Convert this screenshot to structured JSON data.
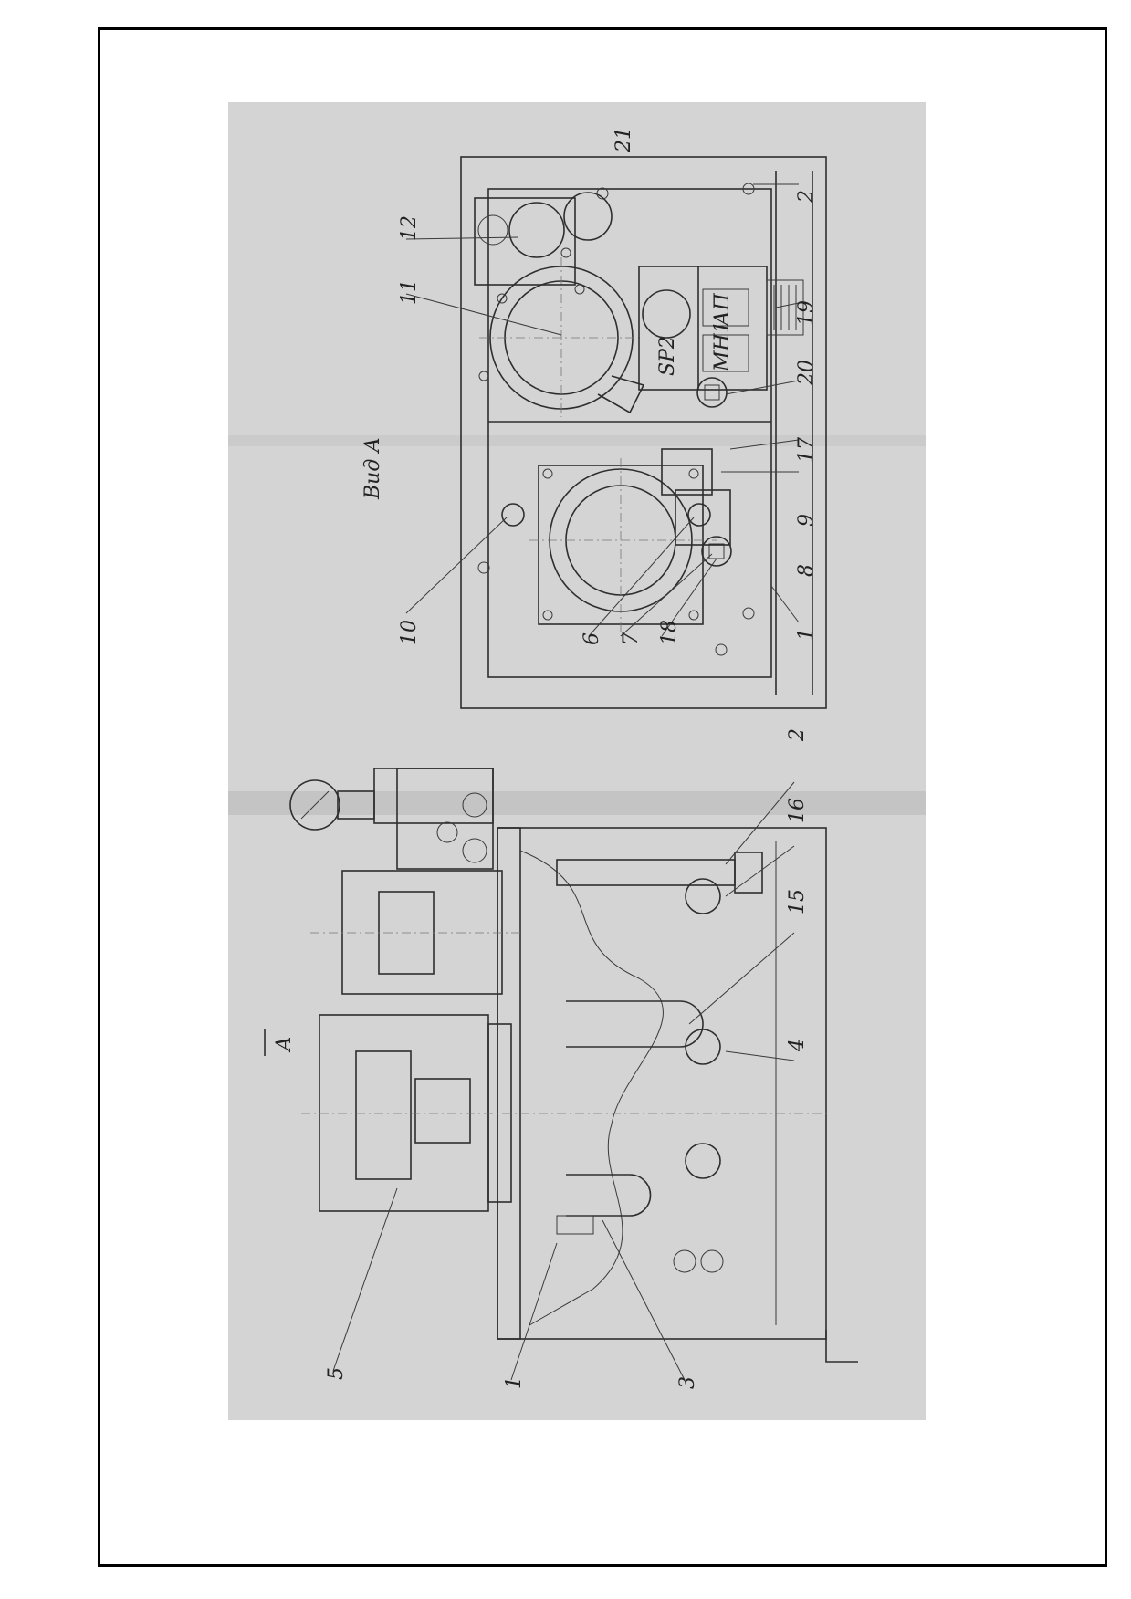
{
  "view_label": "Вид А",
  "section_mark": "А",
  "rotated_view_callouts": [
    "1",
    "2",
    "6",
    "7",
    "8",
    "9",
    "10",
    "11",
    "12",
    "17",
    "18",
    "19",
    "20",
    "21"
  ],
  "front_view_callouts": [
    "1",
    "2",
    "3",
    "4",
    "5",
    "15",
    "16"
  ],
  "panel_markings": [
    "SP2",
    "АП",
    "МН1"
  ],
  "colors": {
    "paper": "#ffffff",
    "scan": "#d4d4d4",
    "ink": "#2e2e2e"
  }
}
